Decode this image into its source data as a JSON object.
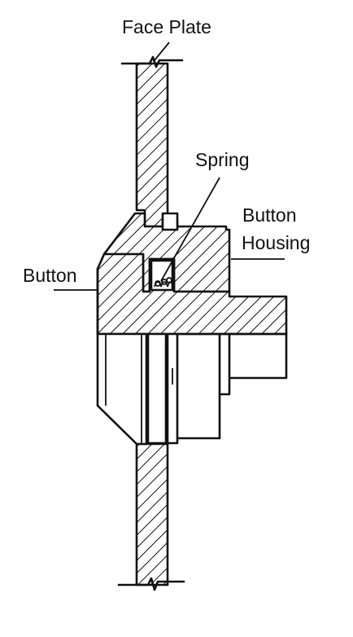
{
  "labels": {
    "face_plate": "Face Plate",
    "spring": "Spring",
    "button_housing_line1": "Button",
    "button_housing_line2": "Housing",
    "button": "Button"
  },
  "colors": {
    "ink": "#111111",
    "background": "#ffffff"
  }
}
